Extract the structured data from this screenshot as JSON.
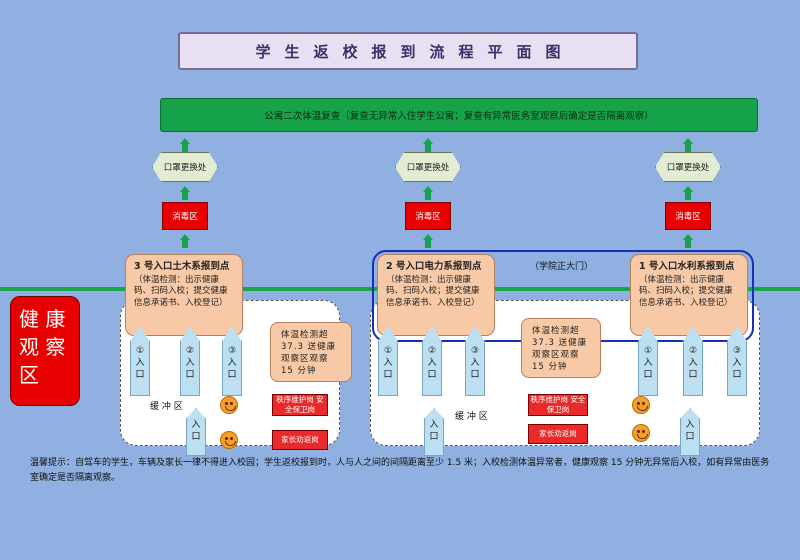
{
  "title": "学生返校报到流程平面图",
  "top_bar": "公寓二次体温复查（复查无异常入住学生公寓；复查有异常医务室观察后确定是否隔离观察）",
  "mask_label": "口罩更换处",
  "disinfect_label": "消毒区",
  "main_gate_label": "（学院正大门）",
  "points": [
    {
      "title": "3 号入口土木系报到点",
      "detail": "（体温检测：出示健康码、扫码入校；提交健康信息承诺书、入校登记）"
    },
    {
      "title": "2 号入口电力系报到点",
      "detail": "（体温检测：出示健康码、扫码入校；提交健康信息承诺书、入校登记）"
    },
    {
      "title": "1 号入口水利系报到点",
      "detail": "（体温检测：出示健康码、扫码入校；提交健康信息承诺书、入校登记）"
    }
  ],
  "gates": {
    "g1": "①",
    "g2": "②",
    "g3": "③",
    "text": "入口",
    "side": "入口"
  },
  "temp_note": "体温检测超 37.3 送健康观察区观察 15 分钟",
  "buffer_label": "缓 冲 区",
  "guard_label": "秩序维护岗 安全保卫岗",
  "parent_label": "家长劝返岗",
  "health_area": "健 康 观 察 区",
  "notice": "温馨提示：自驾车的学生，车辆及家长一律不得进入校园；学生返校报到时，人与人之间的间隔距离至少 1.5 米；入校检测体温异常者，健康观察 15 分钟无异常后入校，如有异常由医务室确定是否隔离观察。",
  "colors": {
    "background": "#8fb0e0",
    "green": "#16a34a",
    "red": "#e80000",
    "peach": "#f8c9a6",
    "blue_frame": "#1530b0"
  }
}
